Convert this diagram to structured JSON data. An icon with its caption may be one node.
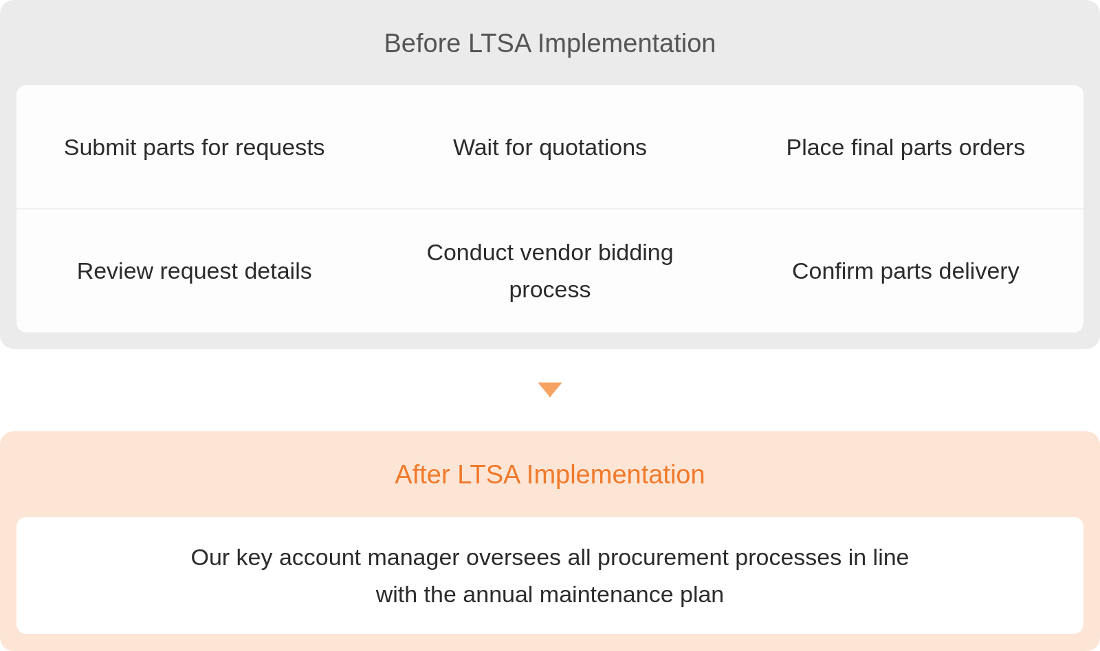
{
  "diagram": {
    "nodes": [
      {
        "text": [
          "Before LTSA Implementation"
        ]
      },
      {
        "text": [
          "After LTSA Implementation"
        ]
      },
      {
        "text": [
          "Our key account manager oversees all procurement processes in line with the annual maintenance plan"
        ],
        "in": 1
      }
    ],
    "edges": [
      {
        "from": 0,
        "to": 1,
        "arrow": "to"
      }
    ],
    "labels": [
      "Submit parts for requests",
      "Wait for quotations",
      "Place final parts orders",
      "Review request details",
      "Conduct vendor bidding process",
      "Confirm parts delivery"
    ]
  }
}
